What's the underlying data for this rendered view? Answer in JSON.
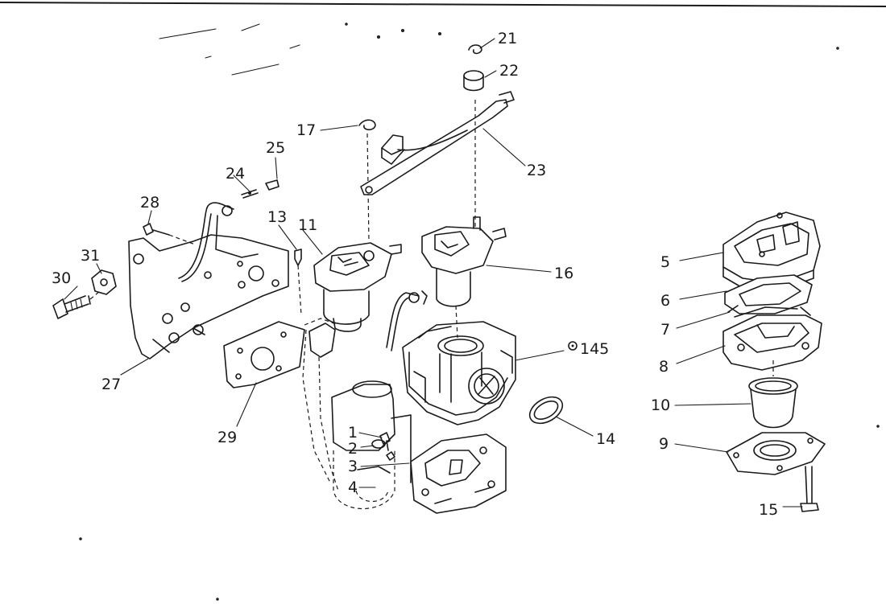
{
  "diagram": {
    "labels": {
      "p1": "1",
      "p2": "2",
      "p3": "3",
      "p4": "4",
      "p5": "5",
      "p6": "6",
      "p7": "7",
      "p8": "8",
      "p9": "9",
      "p10": "10",
      "p11": "11",
      "p13": "13",
      "p14": "14",
      "p145": "145",
      "p15": "15",
      "p16": "16",
      "p17": "17",
      "p21": "21",
      "p22": "22",
      "p23": "23",
      "p24": "24",
      "p25": "25",
      "p27": "27",
      "p28": "28",
      "p29": "29",
      "p30": "30",
      "p31": "31"
    },
    "colors": {
      "ink": "#1a1a1a",
      "paper": "#ffffff"
    }
  }
}
